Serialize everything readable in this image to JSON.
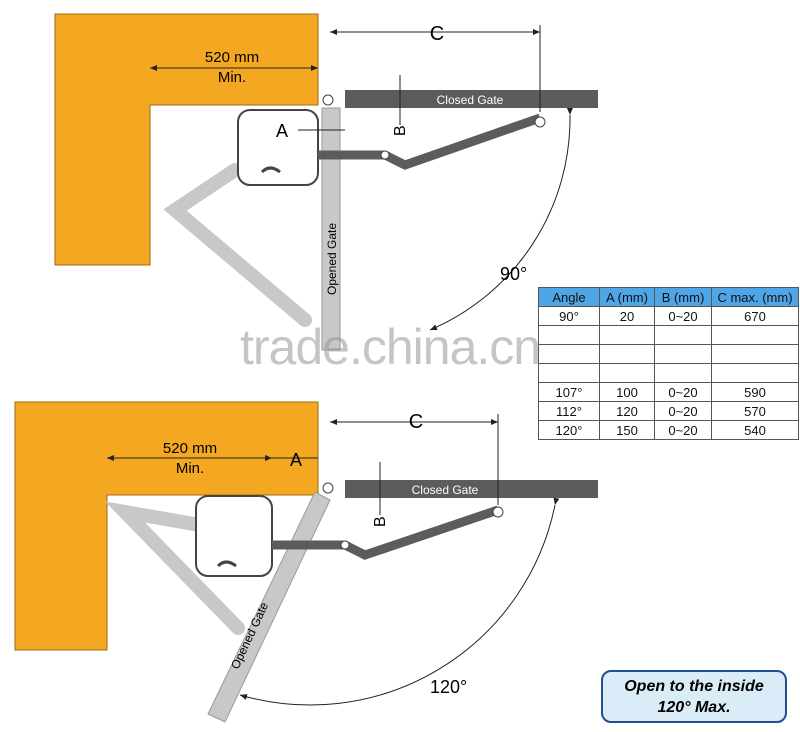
{
  "top_diagram": {
    "dim_wall": "520 mm",
    "dim_wall_sub": "Min.",
    "dim_a": "A",
    "dim_b": "B",
    "dim_c": "C",
    "closed_gate": "Closed Gate",
    "opened_gate": "Opened Gate",
    "angle": "90°"
  },
  "bottom_diagram": {
    "dim_wall": "520 mm",
    "dim_wall_sub": "Min.",
    "dim_a": "A",
    "dim_b": "B",
    "dim_c": "C",
    "closed_gate": "Closed Gate",
    "opened_gate": "Opened Gate",
    "angle": "120°"
  },
  "table": {
    "headers": [
      "Angle",
      "A (mm)",
      "B (mm)",
      "C max. (mm)"
    ],
    "rows": [
      [
        "90°",
        "20",
        "0~20",
        "670"
      ],
      [
        "",
        "",
        "",
        ""
      ],
      [
        "",
        "",
        "",
        ""
      ],
      [
        "",
        "",
        "",
        ""
      ],
      [
        "107°",
        "100",
        "0~20",
        "590"
      ],
      [
        "112°",
        "120",
        "0~20",
        "570"
      ],
      [
        "120°",
        "150",
        "0~20",
        "540"
      ]
    ]
  },
  "watermark": "trade.china.cn",
  "note": {
    "line1": "Open to the inside",
    "line2": "120° Max."
  },
  "colors": {
    "wall": "#f4a822",
    "gate": "#5c5c5c",
    "opened_gate": "#c8c8c8",
    "table_header": "#4fa6e6",
    "note_border": "#1f4f8f"
  }
}
